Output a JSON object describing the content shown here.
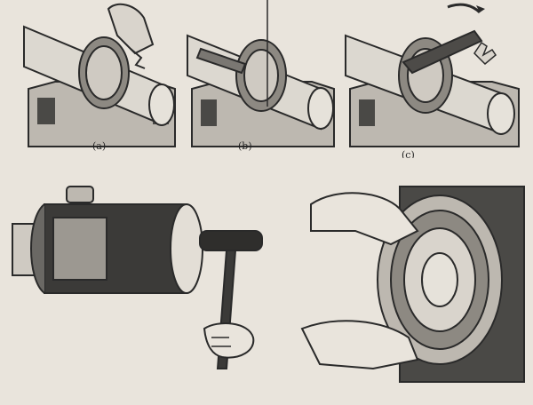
{
  "captions": {
    "a": "(a)",
    "b": "(b)",
    "c": "(c)"
  },
  "palette": {
    "paper": "#e9e4dc",
    "ink": "#2a2a2a",
    "shade": "#9c9891",
    "dark": "#3b3a38"
  }
}
